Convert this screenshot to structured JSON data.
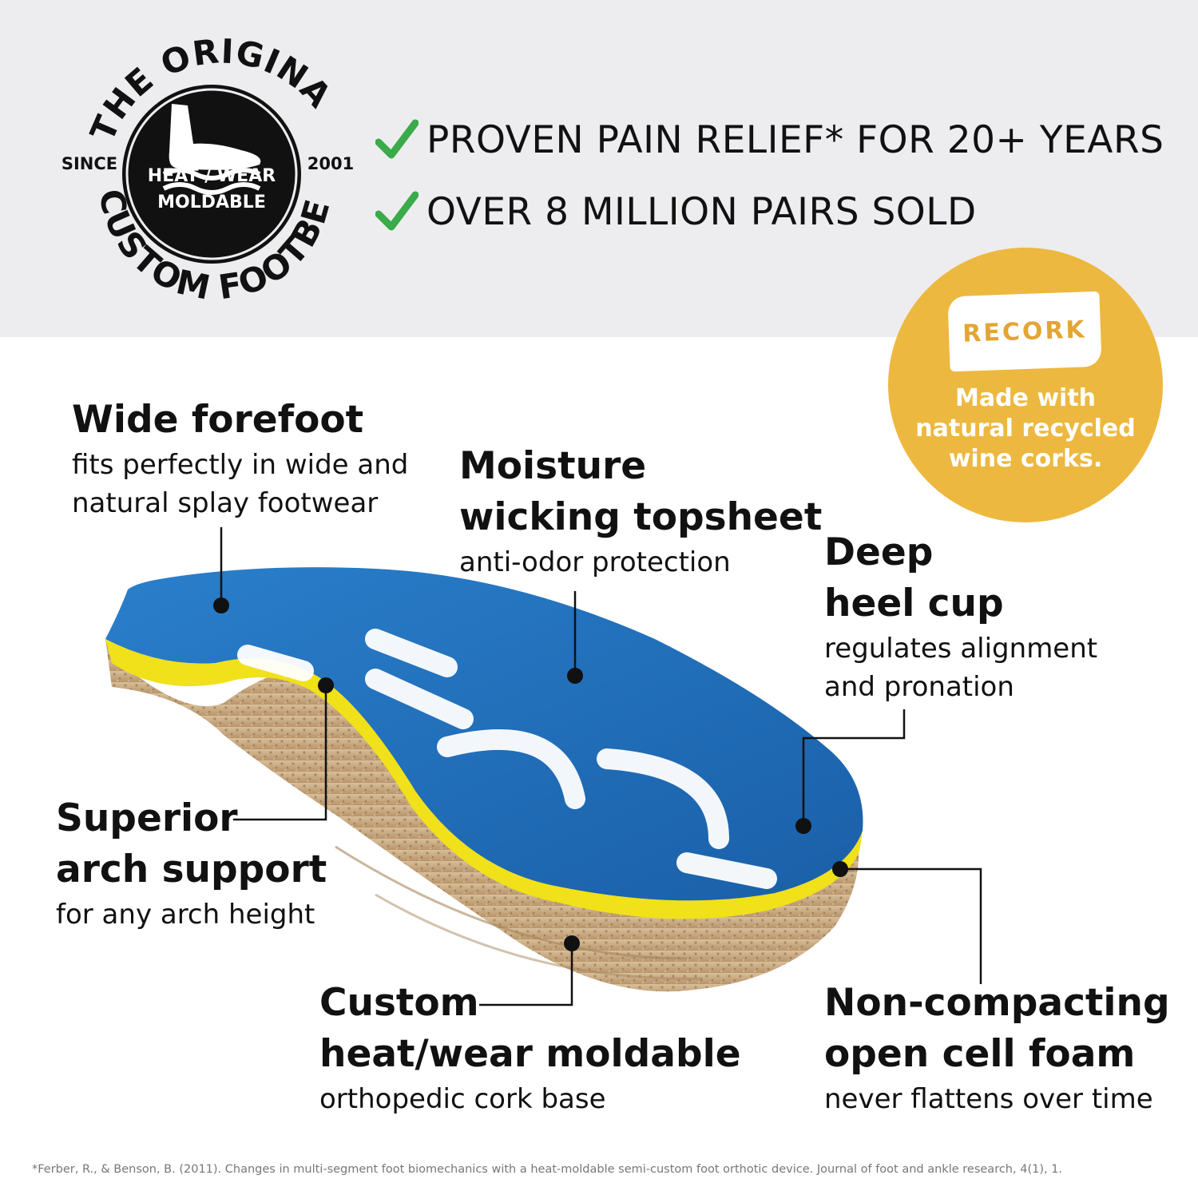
{
  "badge": {
    "arc_top": "THE ORIGINAL",
    "arc_bottom": "CUSTOM FOOTBED",
    "left": "SINCE",
    "right": "2001",
    "center_line1": "HEAT / WEAR",
    "center_line2": "MOLDABLE"
  },
  "claims": [
    {
      "text": "PROVEN PAIN RELIEF* FOR 20+ YEARS"
    },
    {
      "text": "OVER 8 MILLION PAIRS SOLD"
    }
  ],
  "recork": {
    "logo": "RECORK",
    "line1": "Made with",
    "line2": "natural recycled",
    "line3": "wine corks."
  },
  "features": {
    "forefoot": {
      "head1": "Wide forefoot",
      "sub1": "fits perfectly in wide and",
      "sub2": "natural splay footwear"
    },
    "moisture": {
      "head1": "Moisture",
      "head2": "wicking topsheet",
      "sub1": "anti-odor protection"
    },
    "heel": {
      "head1": "Deep",
      "head2": "heel cup",
      "sub1": "regulates alignment",
      "sub2": "and pronation"
    },
    "arch": {
      "head1": "Superior",
      "head2": "arch support",
      "sub1": "for any arch height"
    },
    "cork": {
      "head1": "Custom",
      "head2": "heat/wear moldable",
      "sub1": "orthopedic cork base"
    },
    "foam": {
      "head1": "Non-compacting",
      "head2": "open cell foam",
      "sub1": "never flattens over time"
    }
  },
  "footnote": "*Ferber, R., & Benson, B. (2011). Changes in multi-segment foot biomechanics with a heat-moldable semi-custom foot orthotic device. Journal of foot and ankle research, 4(1), 1.",
  "colors": {
    "top_band": "#ededef",
    "check": "#3aaa4a",
    "recork_gold": "#edb83f",
    "insole_blue": "#1e6db8",
    "foam_yellow": "#f0e11a",
    "cork": "#c9a77c"
  }
}
